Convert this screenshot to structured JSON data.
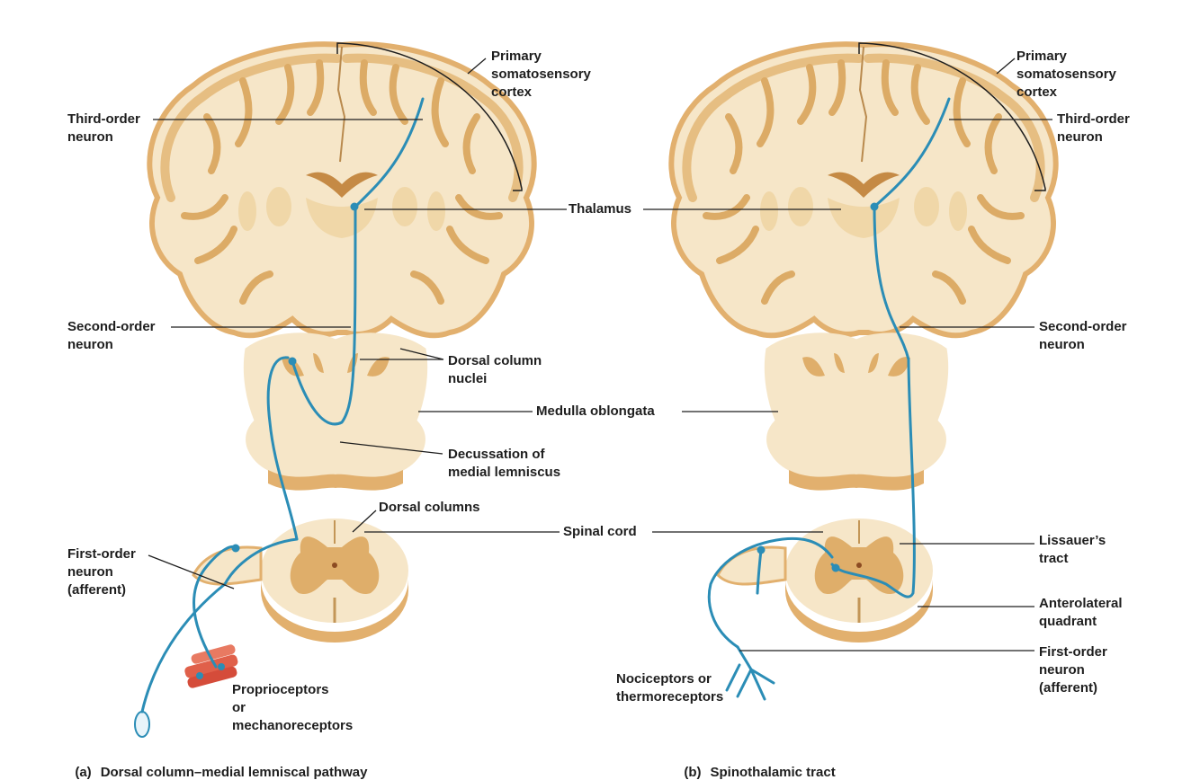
{
  "labels": {
    "primary_cortex_a": "Primary\nsomatosensory\ncortex",
    "third_order_a": "Third-order\nneuron",
    "thalamus": "Thalamus",
    "second_order_a": "Second-order\nneuron",
    "dorsal_column_nuclei": "Dorsal column\nnuclei",
    "medulla_oblongata": "Medulla oblongata",
    "decussation": "Decussation of\nmedial lemniscus",
    "dorsal_columns": "Dorsal columns",
    "spinal_cord": "Spinal cord",
    "first_order_a": "First-order\nneuron\n(afferent)",
    "proprioceptors": "Proprioceptors\nor\nmechanoreceptors",
    "primary_cortex_b": "Primary\nsomatosensory\ncortex",
    "third_order_b": "Third-order\nneuron",
    "second_order_b": "Second-order\nneuron",
    "lissauers_tract": "Lissauer’s\ntract",
    "anterolateral": "Anterolateral\nquadrant",
    "first_order_b": "First-order\nneuron\n(afferent)",
    "nociceptors": "Nociceptors or\nthermoreceptors"
  },
  "captions": {
    "a_tag": "(a)",
    "a_text": "Dorsal column–medial lemniscal pathway",
    "b_tag": "(b)",
    "b_text": "Spinothalamic tract"
  },
  "colors": {
    "tissue": "#f6e6c8",
    "tissue_edge": "#e2b06e",
    "gray_matter": "#dfae6a",
    "neuron": "#2b8db6",
    "muscle": "#e0604a"
  }
}
